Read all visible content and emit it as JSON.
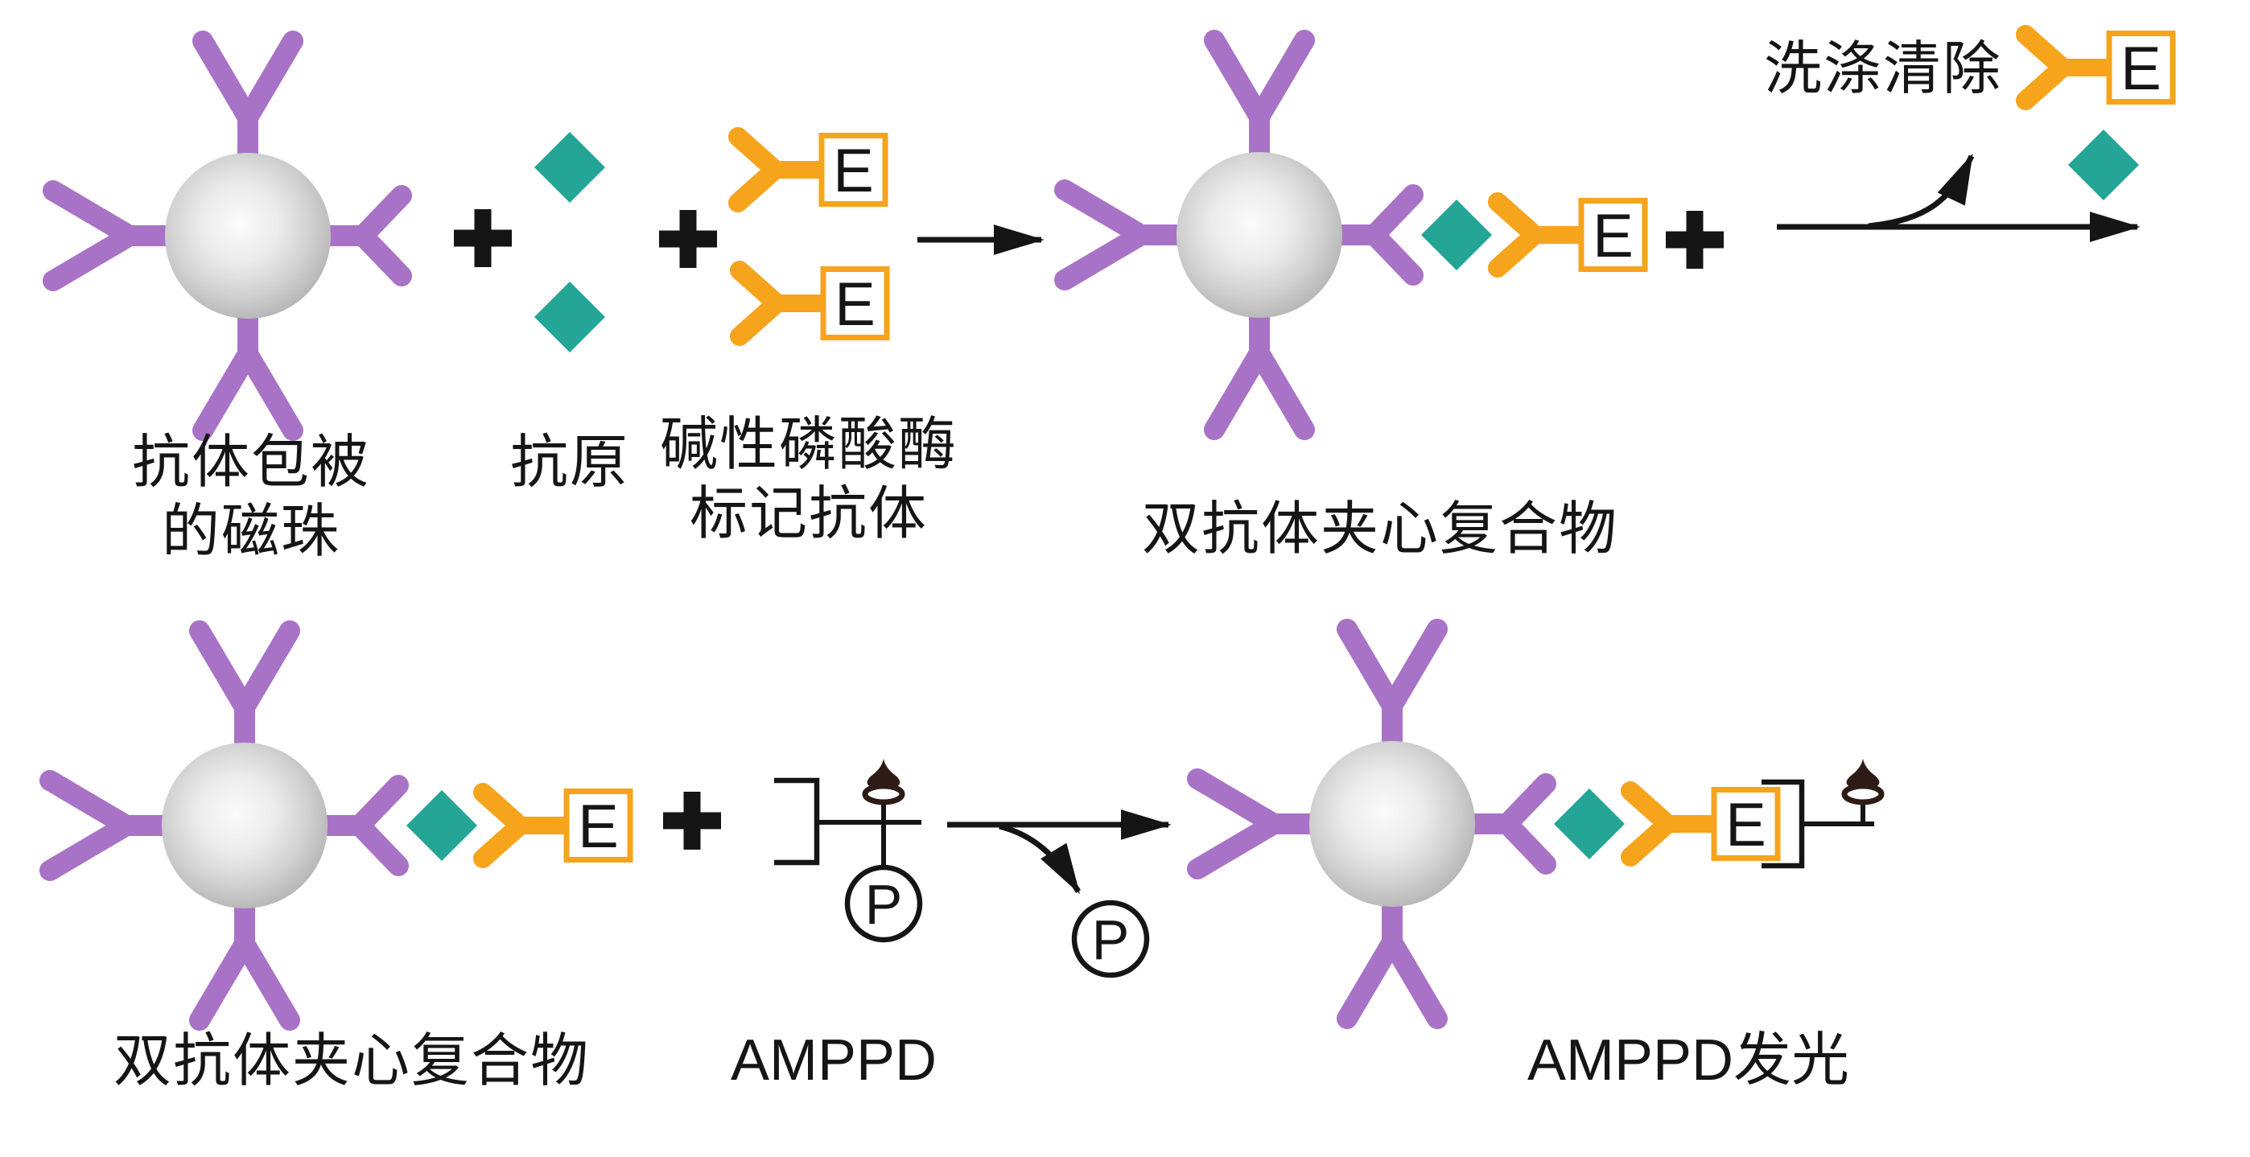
{
  "colors": {
    "antibody_purple": "#a873c6",
    "antigen_teal": "#25a596",
    "enzyme_orange": "#f5a41c",
    "bead_gray": "#b2b2b2",
    "luminophore_dark": "#2e1b15",
    "ink_black": "#151515"
  },
  "row1": {
    "bead_label_line1": "抗体包被",
    "bead_label_line2": "的磁珠",
    "antigen_label": "抗原",
    "enzyme_antibody_label_line1": "碱性磷酸酶",
    "enzyme_antibody_label_line2": "标记抗体",
    "complex_label": "双抗体夹心复合物",
    "wash_label": "洗涤清除"
  },
  "row2": {
    "complex_label": "双抗体夹心复合物",
    "substrate_label": "AMPPD",
    "product_label": "AMPPD发光"
  },
  "symbols": {
    "enzyme": "E",
    "phosphate": "P",
    "plus": "+"
  }
}
